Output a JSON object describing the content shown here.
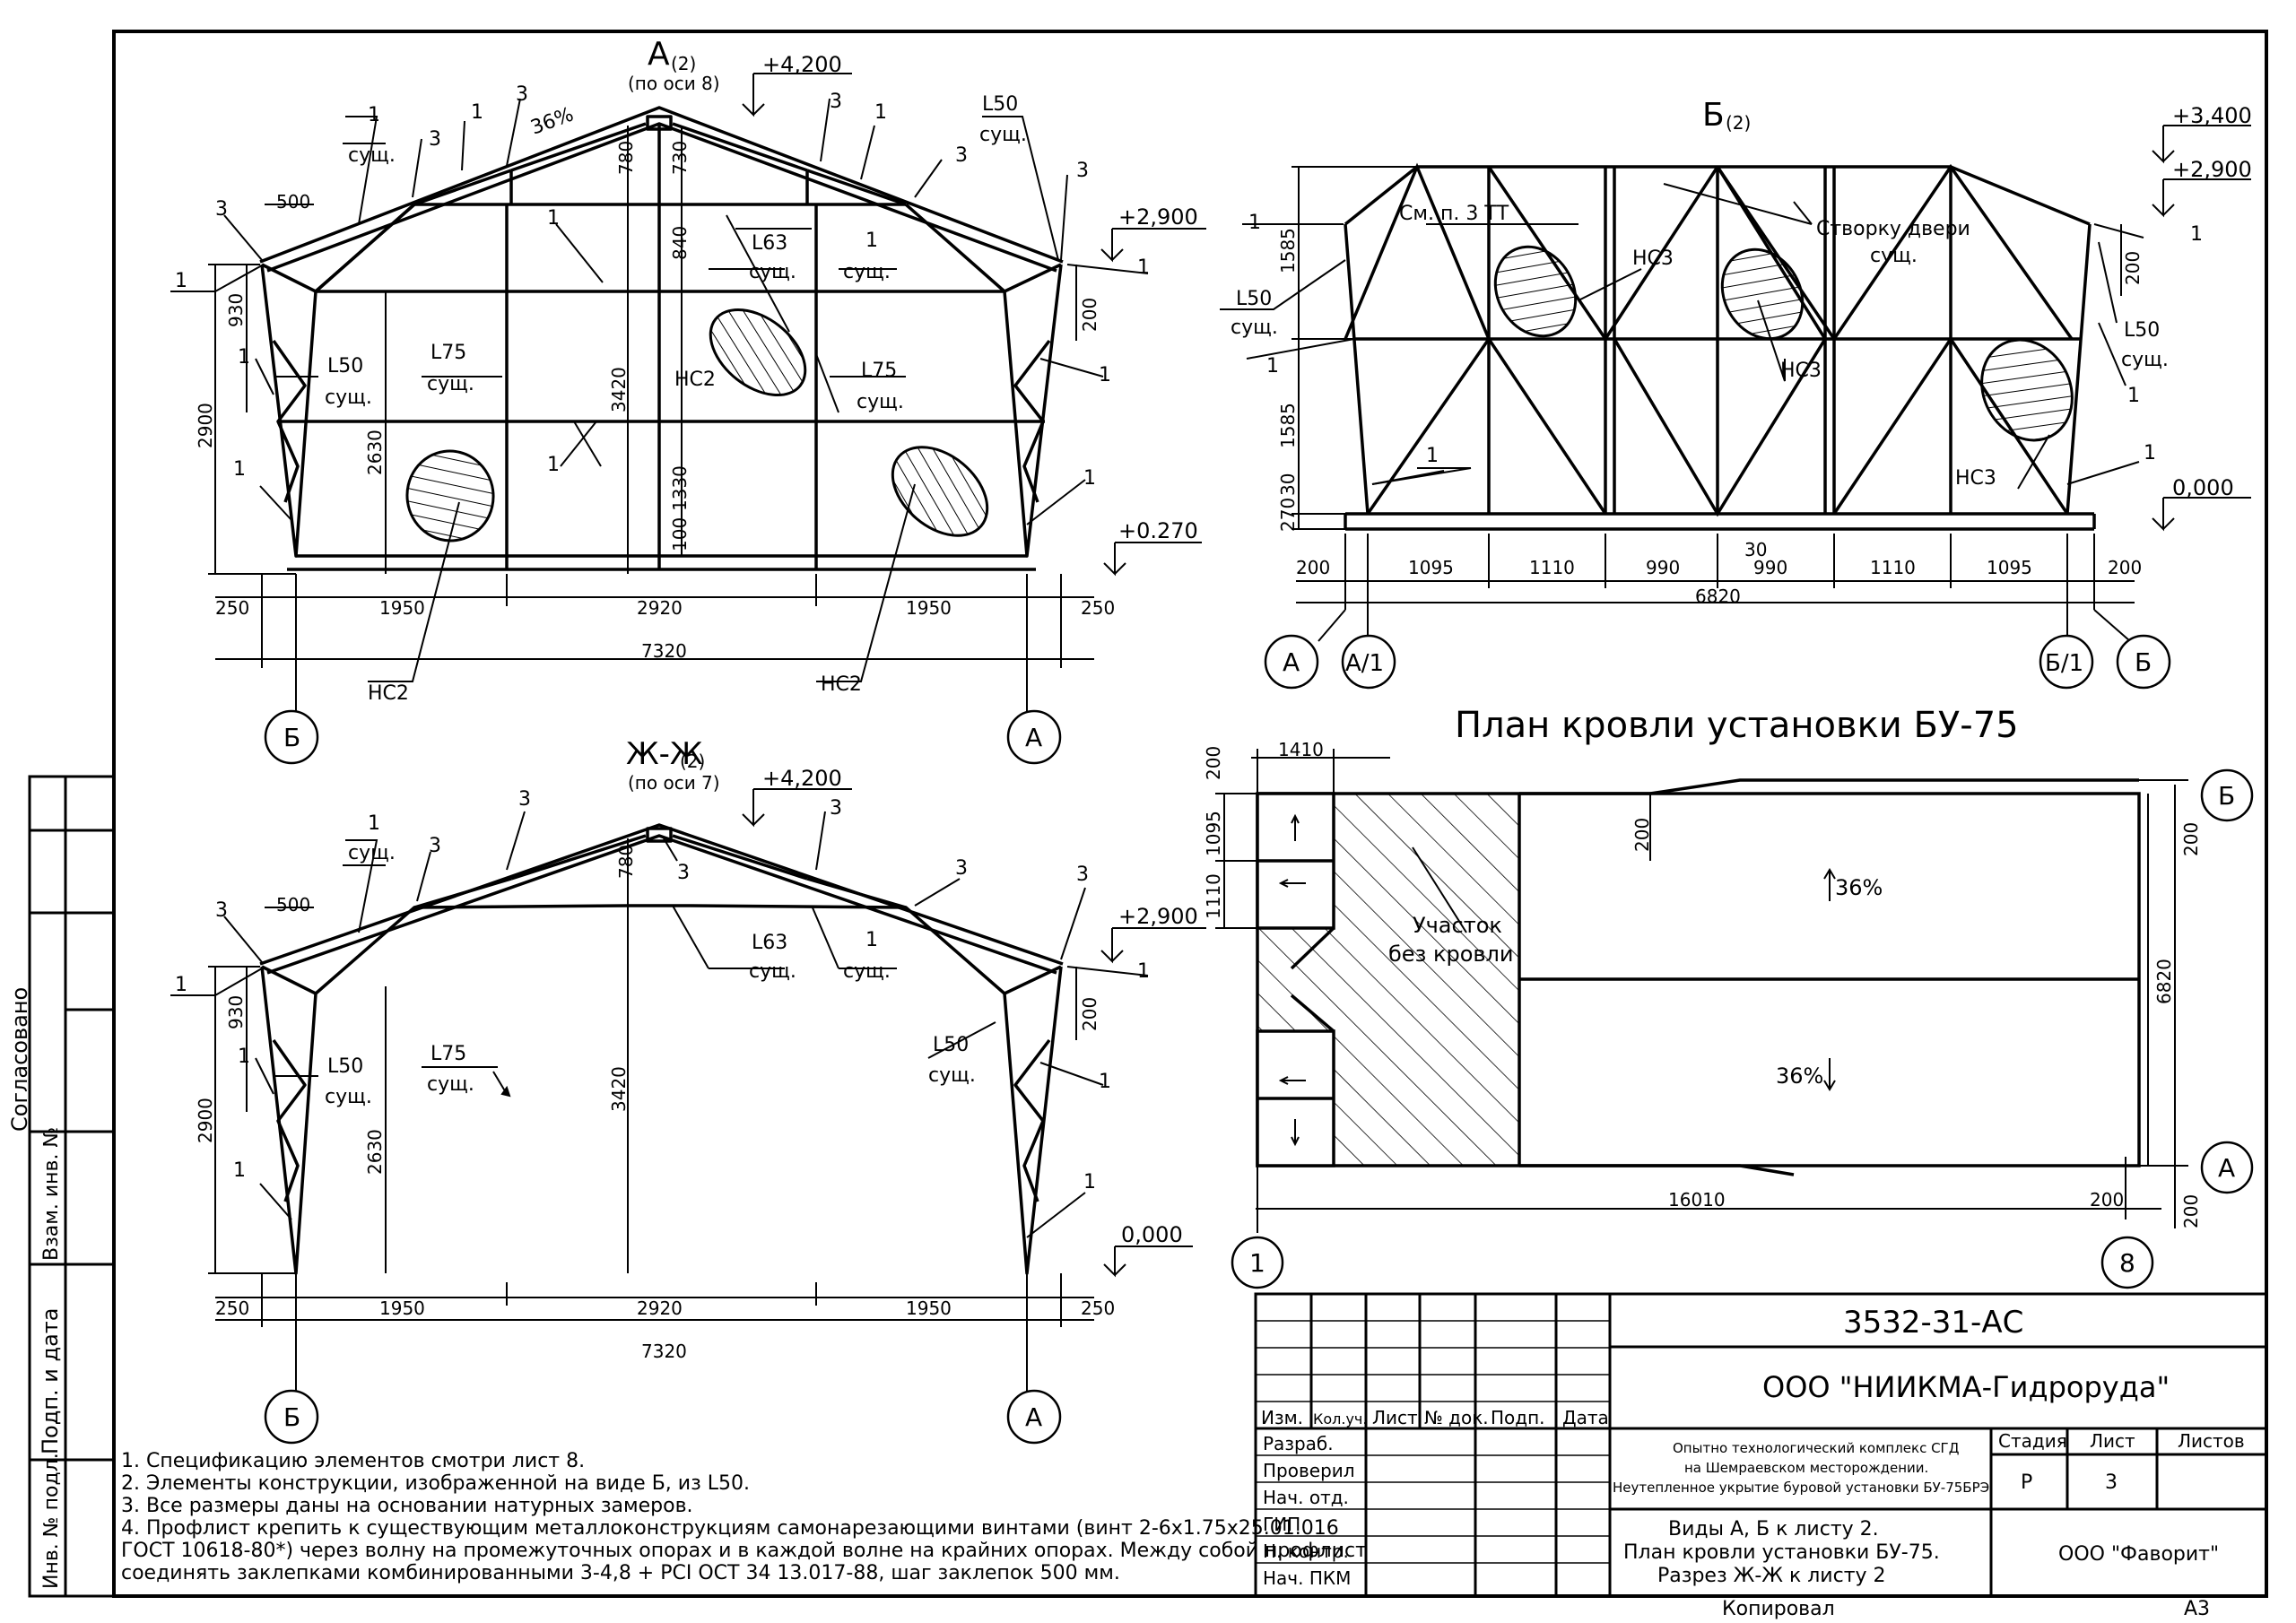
{
  "views": {
    "a": {
      "title": "А",
      "title_sub": "(2)",
      "axis_note": "(по оси 8)",
      "elev_top": "+4,200",
      "elev_eave": "+2,900",
      "elev_base": "+0.270",
      "slope": "36%",
      "labels": {
        "one": "1",
        "three": "3",
        "sush": "сущ.",
        "l50": "L50",
        "l63": "L63",
        "l75": "L75",
        "ns2": "НС2"
      },
      "dims_bottom": [
        "250",
        "1950",
        "2920",
        "1950",
        "250"
      ],
      "dim_total": "7320",
      "dims_misc": {
        "d500": "500",
        "d780": "780",
        "d730": "730",
        "d840": "840",
        "d200": "200",
        "d930": "930",
        "d2900": "2900",
        "d2630": "2630",
        "d3420": "3420",
        "d1330": "1330",
        "d100": "100"
      },
      "axes": [
        "Б",
        "А"
      ]
    },
    "b": {
      "title": "Б",
      "title_sub": "(2)",
      "elev_top": "+3,400",
      "elev_eave": "+2,900",
      "elev_zero": "0,000",
      "note_tt": "См. п. 3 ТТ",
      "ns3": "НС3",
      "door_note": "Створку двери",
      "sush": "сущ.",
      "l50": "L50",
      "one": "1",
      "dims_bottom": [
        "200",
        "1095",
        "1110",
        "990",
        "990",
        "1110",
        "1095",
        "200"
      ],
      "dim_small": "30",
      "dim_total": "6820",
      "dims_left": [
        "1585",
        "1585",
        "30",
        "270"
      ],
      "dim_right": "200",
      "axes": [
        "А",
        "А/1",
        "Б/1",
        "Б"
      ]
    },
    "plan": {
      "title": "План кровли установки БУ-75",
      "zone": "Участок",
      "zone2": "без кровли",
      "slope": "36%",
      "dims": {
        "top": "1410",
        "l200": "200",
        "l1095": "1095",
        "l1110": "1110",
        "bottom": "16010",
        "b200": "200",
        "r6820": "6820",
        "r200": "200",
        "r200b": "200",
        "mid200": "200"
      },
      "axes": [
        "Б",
        "А",
        "1",
        "8"
      ]
    },
    "zh": {
      "title": "Ж-Ж",
      "title_sub": "(2)",
      "axis_note": "(по оси 7)",
      "elev_top": "+4,200",
      "elev_eave": "+2,900",
      "elev_zero": "0,000",
      "labels": {
        "one": "1",
        "three": "3",
        "sush": "сущ.",
        "l50": "L50",
        "l63": "L63",
        "l75": "L75"
      },
      "dims_bottom": [
        "250",
        "1950",
        "2920",
        "1950",
        "250"
      ],
      "dim_total": "7320",
      "dims_misc": {
        "d500": "500",
        "d780": "780",
        "d200": "200",
        "d930": "930",
        "d2900": "2900",
        "d2630": "2630",
        "d3420": "3420"
      },
      "axes": [
        "Б",
        "А"
      ]
    }
  },
  "notes": [
    "1. Спецификацию элементов смотри лист 8.",
    "2. Элементы конструкции, изображенной на виде Б, из L50.",
    "3. Все размеры даны на основании натурных замеров.",
    "4. Профлист крепить к существующим металлоконструкциям самонарезающими винтами (винт 2-6х1.75х25.01.016",
    "ГОСТ 10618-80*) через волну на промежуточных опорах и в каждой волне на крайних опорах. Между собой профлист",
    "соединять заклепками комбинированными 3-4,8 + PCI ОСТ 34 13.017-88, шаг заклепок 500 мм."
  ],
  "side_stamp": {
    "soglasovano": "Согласовано",
    "vzam": "Взам. инв. №",
    "podp": "Подп. и дата",
    "inv": "Инв. № подл."
  },
  "title_block": {
    "code": "3532-31-АС",
    "company": "ООО \"НИИКМА-Гидроруда\"",
    "header_cols": [
      "Изм.",
      "Кол.уч.",
      "Лист",
      "№ док.",
      "Подп.",
      "Дата"
    ],
    "roles": [
      "Разраб.",
      "Проверил",
      "Нач. отд.",
      "ГИП",
      "Н. контр.",
      "Нач. ПКМ"
    ],
    "project": [
      "Опытно технологический комплекс СГД",
      "на Шемраевском месторождении.",
      "Неутепленное укрытие буровой установки БУ-75БРЭ"
    ],
    "stage_hdr": "Стадия",
    "sheet_hdr": "Лист",
    "sheets_hdr": "Листов",
    "stage": "Р",
    "sheet": "3",
    "sheet_title": [
      "Виды А, Б к листу 2.",
      "План кровли установки БУ-75.",
      "Разрез Ж-Ж к листу 2"
    ],
    "org": "ООО \"Фаворит\"",
    "copied": "Копировал",
    "format": "А3"
  }
}
